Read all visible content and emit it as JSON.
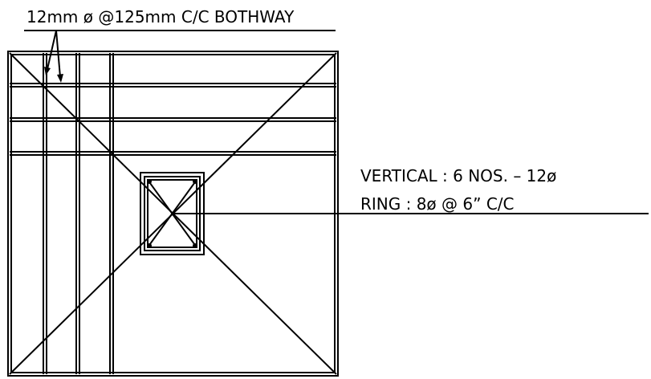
{
  "diagram": {
    "top_annotation": "12mm ø @125mm C/C BOTHWAY",
    "column_annotation": {
      "line1": "VERTICAL : 6 NOS. – 12ø",
      "line2": "RING : 8ø @ 6” C/C"
    }
  }
}
